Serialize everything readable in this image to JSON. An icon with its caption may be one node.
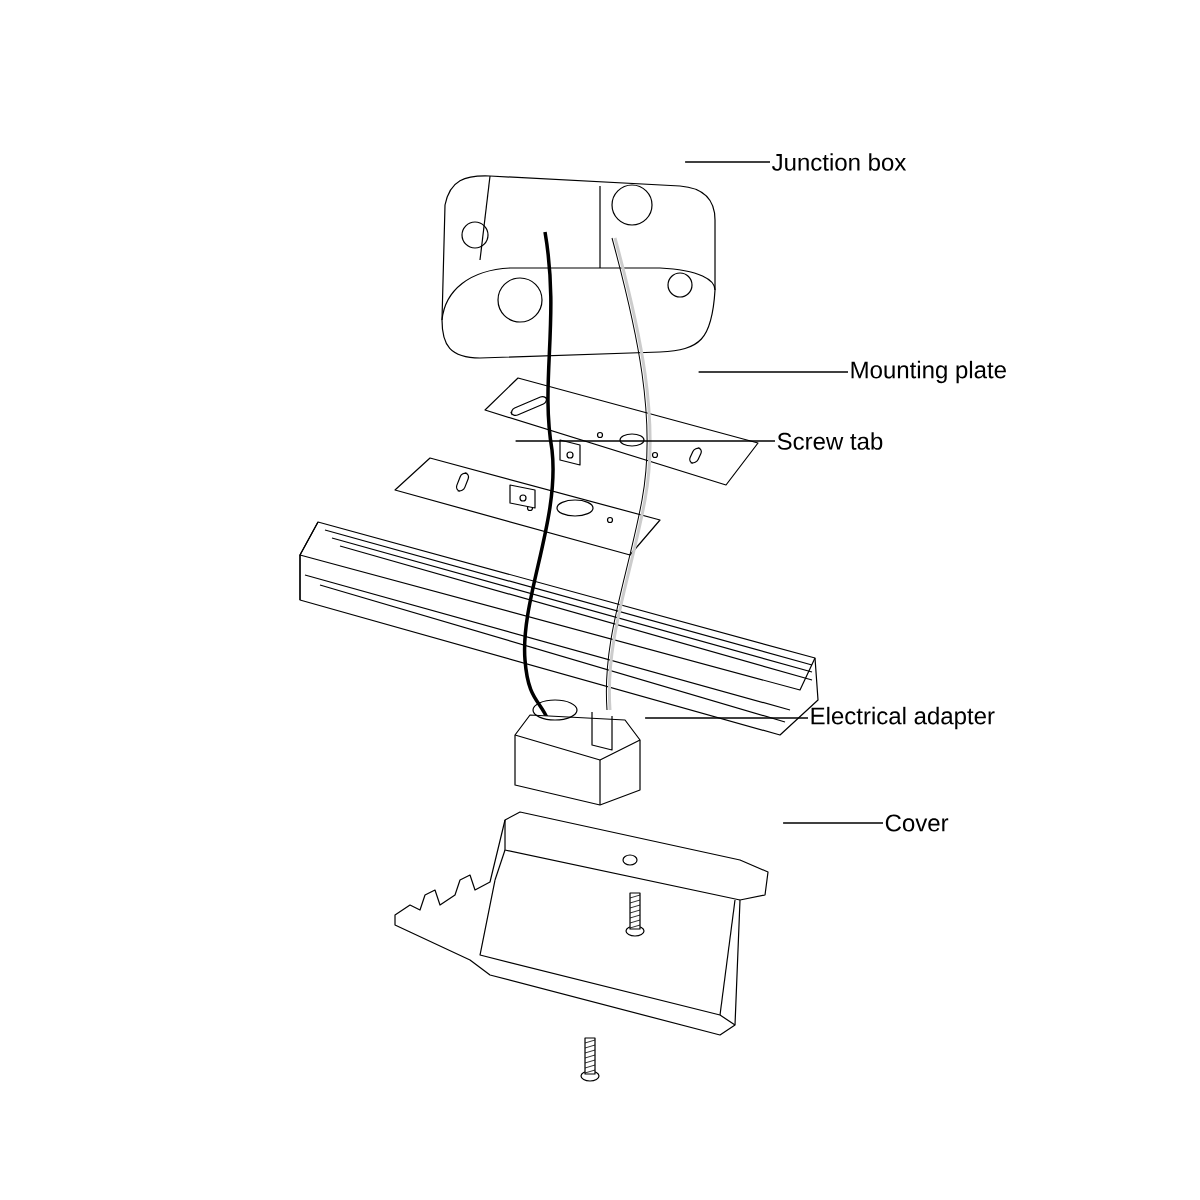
{
  "diagram": {
    "nodes": [
      {
        "text": [
          "Junction box"
        ]
      },
      {
        "text": [],
        "shape": "picture"
      },
      {
        "text": [
          "Mounting plate"
        ]
      },
      {
        "text": [],
        "shape": "picture"
      },
      {
        "text": [
          "Screw tab"
        ]
      },
      {
        "text": [],
        "shape": "picture"
      },
      {
        "text": [
          "Electrical adapter"
        ]
      },
      {
        "text": [],
        "shape": "picture"
      },
      {
        "text": [
          "Cover"
        ]
      },
      {
        "text": [],
        "shape": "picture"
      }
    ],
    "edges": [
      {
        "from": 0,
        "to": 1,
        "arrow": "none"
      },
      {
        "from": 2,
        "to": 3,
        "arrow": "none"
      },
      {
        "from": 4,
        "to": 5,
        "arrow": "none"
      },
      {
        "from": 6,
        "to": 7,
        "arrow": "none"
      },
      {
        "from": 8,
        "to": 9,
        "arrow": "none"
      }
    ]
  }
}
